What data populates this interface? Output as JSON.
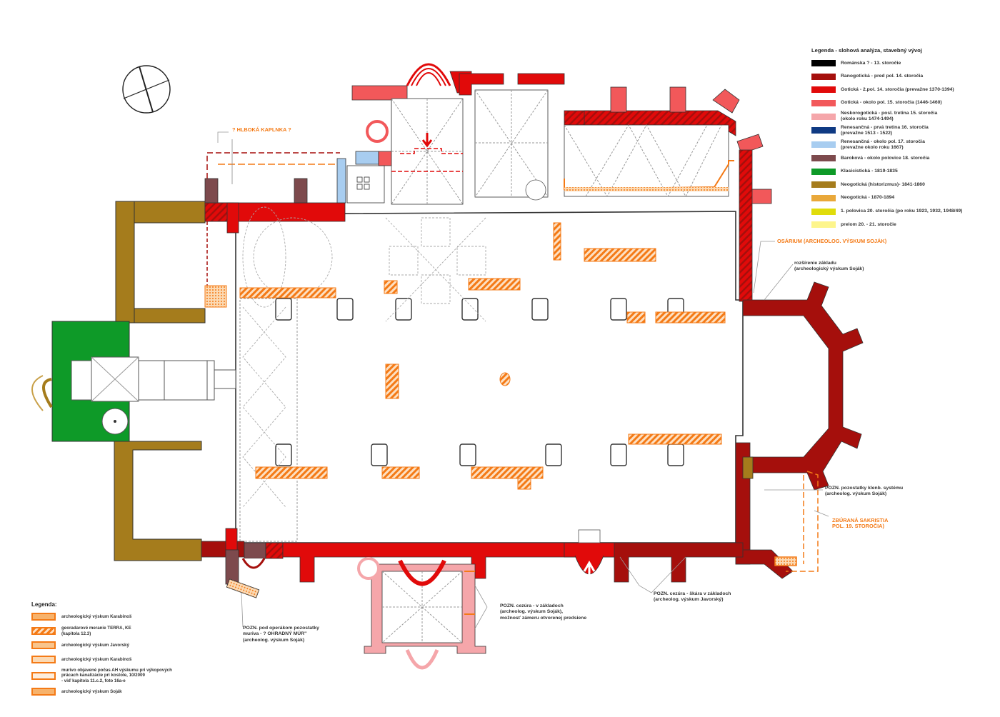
{
  "legend_style": {
    "title": "Legenda - slohová analýza, stavebný vývoj",
    "items": [
      {
        "label": "Románska ? - 13. storočie",
        "color": "#000000"
      },
      {
        "label": "Ranogotická - pred pol. 14. storočia",
        "color": "#a50f0c"
      },
      {
        "label": "Gotická - 2.pol. 14. storočia (prevažne 1370-1394)",
        "color": "#e10a0a"
      },
      {
        "label": "Gotická - okolo pol. 15. storočia (1446-1460)",
        "color": "#f2585a"
      },
      {
        "label": "Neskorogotická - posl. tretina 15. storočia\n(okolo roku 1474-1494)",
        "color": "#f5a6aa"
      },
      {
        "label": "Renesančná - prvá tretina 16. storočia\n(prevažne 1513 - 1522)",
        "color": "#0f3a83"
      },
      {
        "label": "Renesančná - okolo pol. 17. storočia\n(prevažne okolo roku 1667)",
        "color": "#a8cdf0"
      },
      {
        "label": "Baroková - okolo polovice 18. storočia",
        "color": "#7d4a4d"
      },
      {
        "label": "Klasicistická - 1819-1835",
        "color": "#0e9a28"
      },
      {
        "label": "Neogotická (historizmus)- 1841-1860",
        "color": "#a57c1c"
      },
      {
        "label": "Neogotická - 1870-1894",
        "color": "#e9a83a"
      },
      {
        "label": "1. polovica 20. storočia (po roku 1923, 1932, 1948/49)",
        "color": "#e0dc0b"
      },
      {
        "label": "prelom 20. - 21. storočie",
        "color": "#fdf58c"
      }
    ]
  },
  "legend_archeo": {
    "title": "Legenda:",
    "items": [
      {
        "label": "archeologický výskum Karabinoš",
        "fill": "#f7b26b",
        "pattern": "solid"
      },
      {
        "label": "georadarové meranie TERRA, KE\n(kapitola 12.3)",
        "fill": "#f47a16",
        "pattern": "hatch"
      },
      {
        "label": "archeologický výskum Javorský",
        "fill": "#f8c58e",
        "pattern": "solid"
      },
      {
        "label": "archeologický výskum Karabinoš",
        "fill": "#fbd9b3",
        "pattern": "solid"
      },
      {
        "label": "murivo objavené počas AH výskumu pri výkopových\nprácach kanalizácie pri kostole, 10/2009\n- viď kapitola 11.c.2, foto 16a-e",
        "fill": "#fdeede",
        "pattern": "solid"
      },
      {
        "label": "archeologický výskum Soják",
        "fill": "#f7b26b",
        "pattern": "solid"
      }
    ]
  },
  "annotations": {
    "hlboka_kaplnka": "? HLBOKÁ KAPLNKA ?",
    "osarium": "OSÁRIUM (ARCHEOLOG. VÝSKUM SOJÁK)",
    "rozsirenie": "rozšírenie základu\n(archeologický výskum Soják)",
    "klenb_system": "POZN. pozostatky klenb. systému\n(archeolog. výskum Soják)",
    "zburana_sakristia": "ZBÚRANÁ SAKRISTIA\nPOL. 19. STOROČIA)",
    "cezura_javorsky": "POZN. cezúra - škára v základoch\n(archeolog. výskum Javorský)",
    "cezura_sojak": "POZN. cezúra - v základoch\n(archeolog. výskum Soják),\nmožnosť zámeru otvorenej predsiene",
    "ohradny_mur": "POZN. pod operákom pozostatky\nmuriva - ? OHRADNÝ MÚR\"\n(archeolog. výskum Soják)"
  },
  "colors": {
    "early_gothic": "#a50f0c",
    "gothic": "#e10a0a",
    "gothic_15": "#f2585a",
    "late_gothic": "#f5a6aa",
    "renaissance_17": "#a8cdf0",
    "baroque": "#7d4a4d",
    "classicist": "#0e9a28",
    "neogothic_hist": "#a57c1c",
    "archeo_orange": "#f47a16",
    "line_gray": "#8a8a8a"
  }
}
